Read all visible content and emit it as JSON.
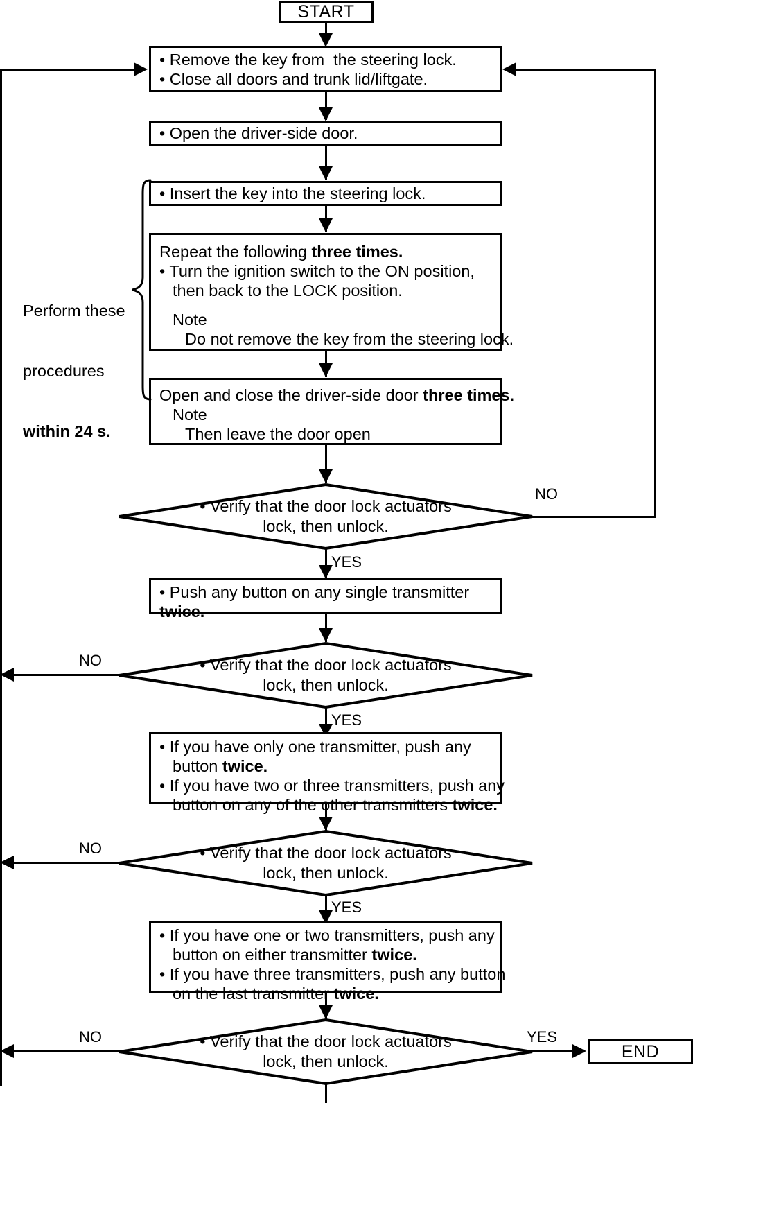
{
  "diagram": {
    "title_node": "START",
    "end_node": "END",
    "side_note": {
      "line1": "Perform these",
      "line2": "procedures",
      "line3_bold": "within 24 s."
    },
    "labels": {
      "yes": "YES",
      "no": "NO"
    },
    "nodes": [
      {
        "id": "start",
        "type": "terminal",
        "text": "START"
      },
      {
        "id": "step1",
        "type": "process",
        "lines": [
          "• Remove the key from  the steering lock.",
          "• Close all doors and trunk lid/liftgate."
        ]
      },
      {
        "id": "step2",
        "type": "process",
        "lines": [
          "• Open the driver-side door."
        ]
      },
      {
        "id": "step3",
        "type": "process",
        "lines": [
          "• Insert the key into the steering lock."
        ]
      },
      {
        "id": "step4",
        "type": "process",
        "head_plain": "Repeat the following ",
        "head_bold": "three times.",
        "lines": [
          "• Turn the ignition switch to the ON position,",
          "   then back to the LOCK position."
        ],
        "note_label": "Note",
        "note_text": "Do not remove the key from the steering lock."
      },
      {
        "id": "step5",
        "type": "process",
        "head_plain": "Open and close the driver-side door ",
        "head_bold": "three times.",
        "note_label": "Note",
        "note_text": "Then leave the door open"
      },
      {
        "id": "decision1",
        "type": "decision",
        "lines": [
          "• Verify that the door lock actuators",
          "lock, then unlock."
        ],
        "yes": "YES",
        "no": "NO"
      },
      {
        "id": "step6",
        "type": "process",
        "lines": [
          "• Push any button on any single transmitter",
          "twice."
        ]
      },
      {
        "id": "decision2",
        "type": "decision",
        "lines": [
          "• Verify that the door lock actuators",
          "lock, then unlock."
        ],
        "yes": "YES",
        "no": "NO"
      },
      {
        "id": "step7",
        "type": "process",
        "lines": [
          "• If you have only one transmitter, push any",
          "   button twice.",
          "• If you have two or three transmitters, push any",
          "   button on any of the other transmitters twice."
        ]
      },
      {
        "id": "decision3",
        "type": "decision",
        "lines": [
          "• Verify that the door lock actuators",
          "lock, then unlock."
        ],
        "yes": "YES",
        "no": "NO"
      },
      {
        "id": "step8",
        "type": "process",
        "lines": [
          "• If you have one or two transmitters, push any",
          "   button on either transmitter twice.",
          "• If you have three transmitters, push any button",
          "   on the last transmitter twice."
        ]
      },
      {
        "id": "decision4",
        "type": "decision",
        "lines": [
          "• Verify that the door lock actuators",
          "lock, then unlock."
        ],
        "yes": "YES",
        "no": "NO"
      },
      {
        "id": "end",
        "type": "terminal",
        "text": "END"
      }
    ],
    "text": {
      "start": "START",
      "end": "END",
      "step1_l1": "• Remove the key from  the steering lock.",
      "step1_l2": "• Close all doors and trunk lid/liftgate.",
      "step2_l1": "• Open the driver-side door.",
      "step3_l1": "• Insert the key into the steering lock.",
      "step4_head_plain": "Repeat the following ",
      "step4_head_bold": "three times.",
      "step4_l1": "• Turn the ignition switch to the ON position,",
      "step4_l2": "then back to the LOCK position.",
      "step4_note": "Note",
      "step4_note_text": "Do not remove the key from the steering lock.",
      "step5_head_plain": "Open and close the driver-side door ",
      "step5_head_bold": "three times.",
      "step5_note": "Note",
      "step5_note_text": "Then leave the door open",
      "verify_l1": "• Verify that the door lock actuators",
      "verify_l2": "lock, then unlock.",
      "step6_l1": "• Push any button on any single transmitter",
      "step6_l2_bold": "twice.",
      "step7_l1": "• If you have only one transmitter, push any",
      "step7_l2_plain": "button ",
      "step7_l2_bold": "twice.",
      "step7_l3": "• If you have two or three transmitters, push any",
      "step7_l4_plain": "button on any of the other transmitters ",
      "step7_l4_bold": "twice.",
      "step8_l1": "• If you have one or two transmitters, push any",
      "step8_l2_plain": "button on either transmitter ",
      "step8_l2_bold": "twice.",
      "step8_l3": "• If you have three transmitters, push any button",
      "step8_l4_plain": "on the last transmitter ",
      "step8_l4_bold": "twice.",
      "side_l1": "Perform these",
      "side_l2": "procedures",
      "side_l3": "within 24 s.",
      "yes": "YES",
      "no": "NO"
    },
    "colors": {
      "stroke": "#000000",
      "fill": "#ffffff",
      "text": "#000000"
    }
  }
}
